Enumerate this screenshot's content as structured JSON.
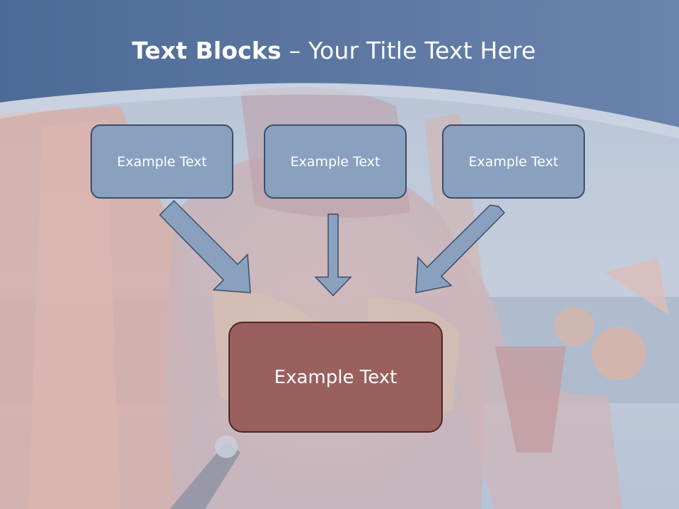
{
  "title": {
    "bold": "Text Blocks",
    "dash": " – ",
    "rest": "Your Title Text Here"
  },
  "blocks": [
    {
      "label": "Example Text"
    },
    {
      "label": "Example Text"
    },
    {
      "label": "Example Text"
    }
  ],
  "main_block": {
    "label": "Example Text"
  },
  "colors": {
    "header_band": "#4f6d98",
    "top_box_fill": "#8aa0bf",
    "top_box_border": "#3b4e6a",
    "main_box_fill": "#9a605e",
    "main_box_border": "#4a2625",
    "arrow_fill": "#8aa0bf",
    "arrow_stroke": "#3b4e6a"
  }
}
